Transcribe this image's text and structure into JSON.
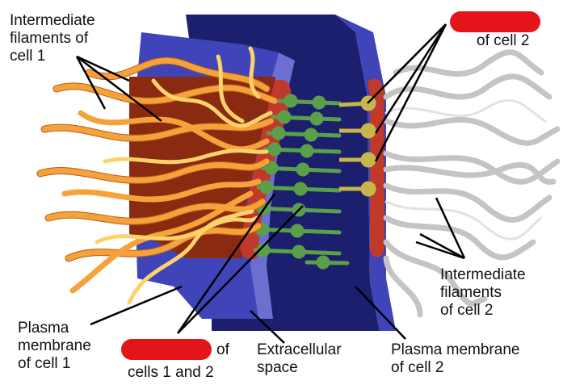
{
  "labels": {
    "if_cell1": "Intermediate\nfilaments of\ncell 1",
    "of_cell2": "of cell 2",
    "if_cell2": "Intermediate\nfilaments\nof cell 2",
    "pm_cell1": "Plasma\nmembrane\nof cell 1",
    "of": "of",
    "cells12": "cells 1 and 2",
    "extracellular": "Extracellular\nspace",
    "pm_cell2": "Plasma membrane\nof cell 2"
  },
  "colors": {
    "redaction": "#e4141b",
    "membrane": "#3f44b8",
    "extracellular": "#1b1f6e",
    "plaque": "#c0392b",
    "cytoplasm": "#8a2a10",
    "filament_cell1": "#f5a23a",
    "filament_cell2": "#c4c4c4",
    "cadherin": "#5aa04a",
    "plaque_knob": "#c9b64a"
  }
}
